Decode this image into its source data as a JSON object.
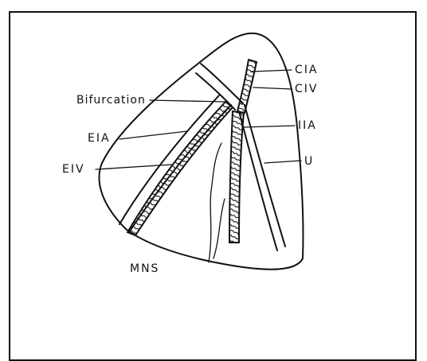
{
  "labels": {
    "cia": "CIA",
    "civ": "CIV",
    "bifurcation": "Bifurcation",
    "iia": "IIA",
    "eia": "EIA",
    "u": "U",
    "eiv": "EIV",
    "mns": "MNS"
  },
  "colors": {
    "ink": "#111111",
    "paper": "#ffffff"
  }
}
